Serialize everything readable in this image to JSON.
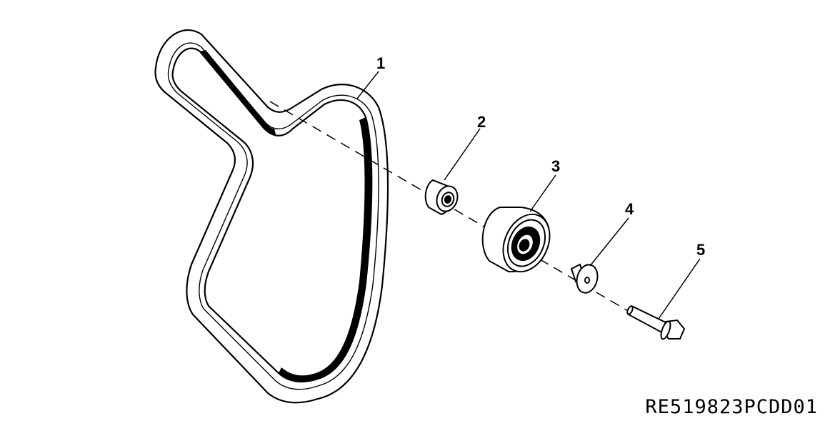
{
  "callouts": [
    {
      "id": "1",
      "label": "1"
    },
    {
      "id": "2",
      "label": "2"
    },
    {
      "id": "3",
      "label": "3"
    },
    {
      "id": "4",
      "label": "4"
    },
    {
      "id": "5",
      "label": "5"
    }
  ],
  "drawing_code": "RE519823PCDD01",
  "colors": {
    "ink": "#000000",
    "paper": "#ffffff"
  }
}
